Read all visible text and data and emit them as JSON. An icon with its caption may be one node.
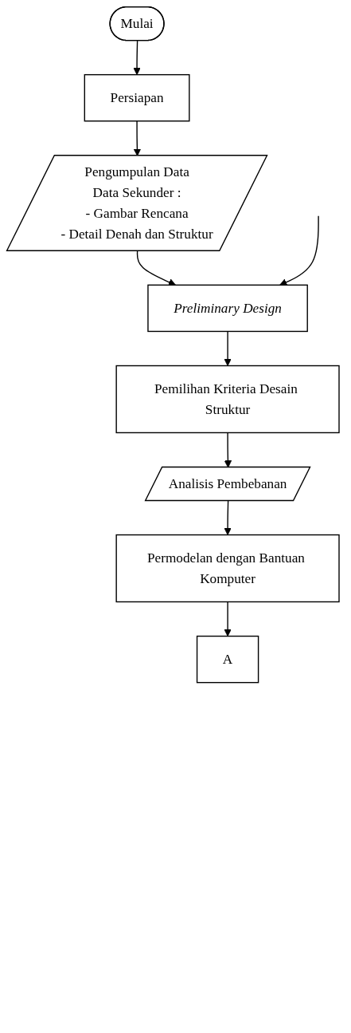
{
  "diagram": {
    "nodes": [
      {
        "text": [
          "Mulai"
        ]
      },
      {
        "text": [
          "Persiapan"
        ]
      },
      {
        "text": [
          "Pengumpulan Data",
          "Data Sekunder :",
          "- Gambar Rencana",
          "- Detail Denah dan Struktur"
        ]
      },
      {
        "text": [
          "Preliminary Design"
        ]
      },
      {
        "text": [
          "Pemilihan Kriteria Desain Struktur"
        ]
      },
      {
        "text": [
          "Analisis Pembebanan"
        ]
      },
      {
        "text": [
          "Permodelan dengan Bantuan Komputer"
        ]
      },
      {
        "text": [
          "A"
        ]
      }
    ],
    "edges": [
      {
        "from": 0,
        "to": 1,
        "arrow": "to"
      },
      {
        "from": 1,
        "to": 2,
        "arrow": "to"
      },
      {
        "from": 2,
        "to": 3,
        "arrow": "to"
      },
      {
        "from": null,
        "to": 3,
        "arrow": "to"
      },
      {
        "from": 3,
        "to": 4,
        "arrow": "to"
      },
      {
        "from": 4,
        "to": 5,
        "arrow": "to"
      },
      {
        "from": 5,
        "to": 6,
        "arrow": "to"
      },
      {
        "from": 6,
        "to": 7,
        "arrow": "to"
      }
    ]
  }
}
